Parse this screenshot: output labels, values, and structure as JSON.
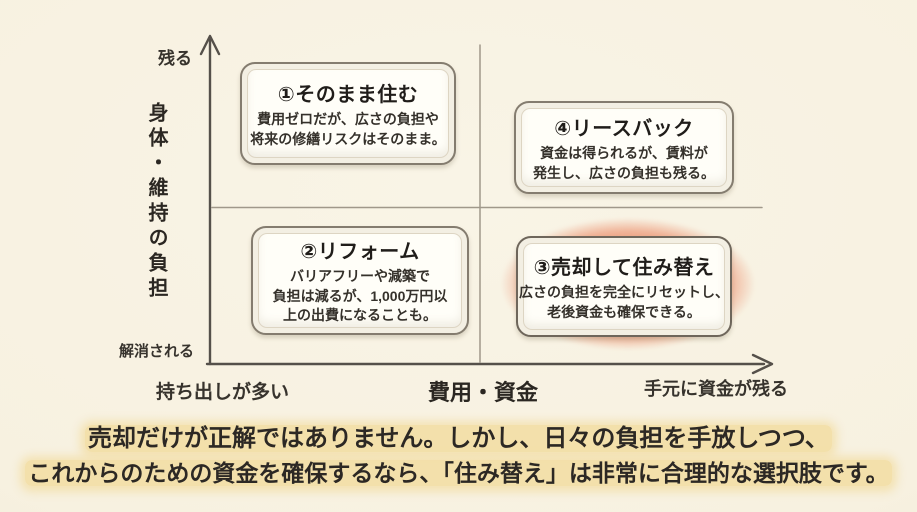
{
  "diagram": {
    "y_axis": {
      "title": "身体・維持の負担",
      "top_label": "残る",
      "bottom_label": "解消される"
    },
    "x_axis": {
      "title": "費用・資金",
      "left_label": "持ち出しが多い",
      "right_label": "手元に資金が残る"
    },
    "quadrants": [
      {
        "title": "①そのまま住む",
        "desc": [
          "費用ゼロだが、広さの負担や",
          "将来の修繕リスクはそのまま。"
        ],
        "highlighted": false,
        "position": "top-left"
      },
      {
        "title": "②リフォーム",
        "desc": [
          "バリアフリーや減築で",
          "負担は減るが、1,000万円以",
          "上の出費になることも。"
        ],
        "highlighted": false,
        "position": "bottom-left"
      },
      {
        "title": "③売却して住み替え",
        "desc": [
          "広さの負担を完全にリセットし、",
          "老後資金も確保できる。"
        ],
        "highlighted": true,
        "position": "bottom-right"
      },
      {
        "title": "④リースバック",
        "desc": [
          "資金は得られるが、賃料が",
          "発生し、広さの負担も残る。"
        ],
        "highlighted": false,
        "position": "top-right"
      }
    ],
    "colors": {
      "background": "#f7f1e0",
      "axis": "#55504a",
      "divider": "#a0988a",
      "box_border": "#847c6f",
      "box_fill": "#fffef8",
      "highlight_glow": "#eda081",
      "caption_highlight": "#f2dea8",
      "text": "#2c2824"
    }
  },
  "caption": {
    "line1": "売却だけが正解ではありません。しかし、日々の負担を手放しつつ、",
    "line2": "これからのための資金を確保するなら、「住み替え」は非常に合理的な選択肢です。"
  }
}
